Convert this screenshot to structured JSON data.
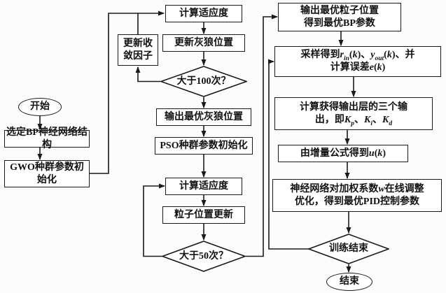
{
  "colors": {
    "line": "#1a1a1a",
    "node-bg": "#ffffff",
    "node-text": "#111111",
    "page-bg": "#fcfcfa"
  },
  "nodes": {
    "start": {
      "label": "开始"
    },
    "select_bp": {
      "label": "选定BP神经网络结构"
    },
    "gwo_init": {
      "label_html": "GWO种群参数初<br>始化"
    },
    "fitness1": {
      "label": "计算适应度"
    },
    "update_factor": {
      "label_html": "更新收<br>敛因子"
    },
    "update_wolf": {
      "label": "更新灰狼位置"
    },
    "gt100": {
      "label": "大于100次？"
    },
    "out_wolf": {
      "label": "输出最优灰狼位置"
    },
    "pso_init": {
      "label": "PSO种群参数初始化"
    },
    "fitness2": {
      "label": "计算适应度"
    },
    "particle_update": {
      "label": "粒子位置更新"
    },
    "gt50": {
      "label": "大于50次？"
    },
    "out_particle": {
      "label_html": "输出最优粒子位置<br>得到最优BP参数"
    },
    "sampling": {
      "label_html": "采样得到<i>r<sub>in</sub></i>(<i>k</i>)、<i>y<sub>out</sub></i>(<i>k</i>)、并<br>计算误差<i>e</i>(<i>k</i>)"
    },
    "outputs_k": {
      "label_html": "计算获得输出层的三个输<br>出，即<i>K<sub>p</sub></i>、<i>K<sub>i</sub></i>、<i>K<sub>d</sub></i>"
    },
    "increment": {
      "label_html": "由增量公式得到<i>u</i>(<i>k</i>)"
    },
    "nn_adjust": {
      "label_html": "神经网络对加权系数<i>w</i>在线调整<br>优化，得到最优PID控制参数"
    },
    "train_end": {
      "label": "训练结束"
    },
    "end": {
      "label": "结束"
    }
  }
}
